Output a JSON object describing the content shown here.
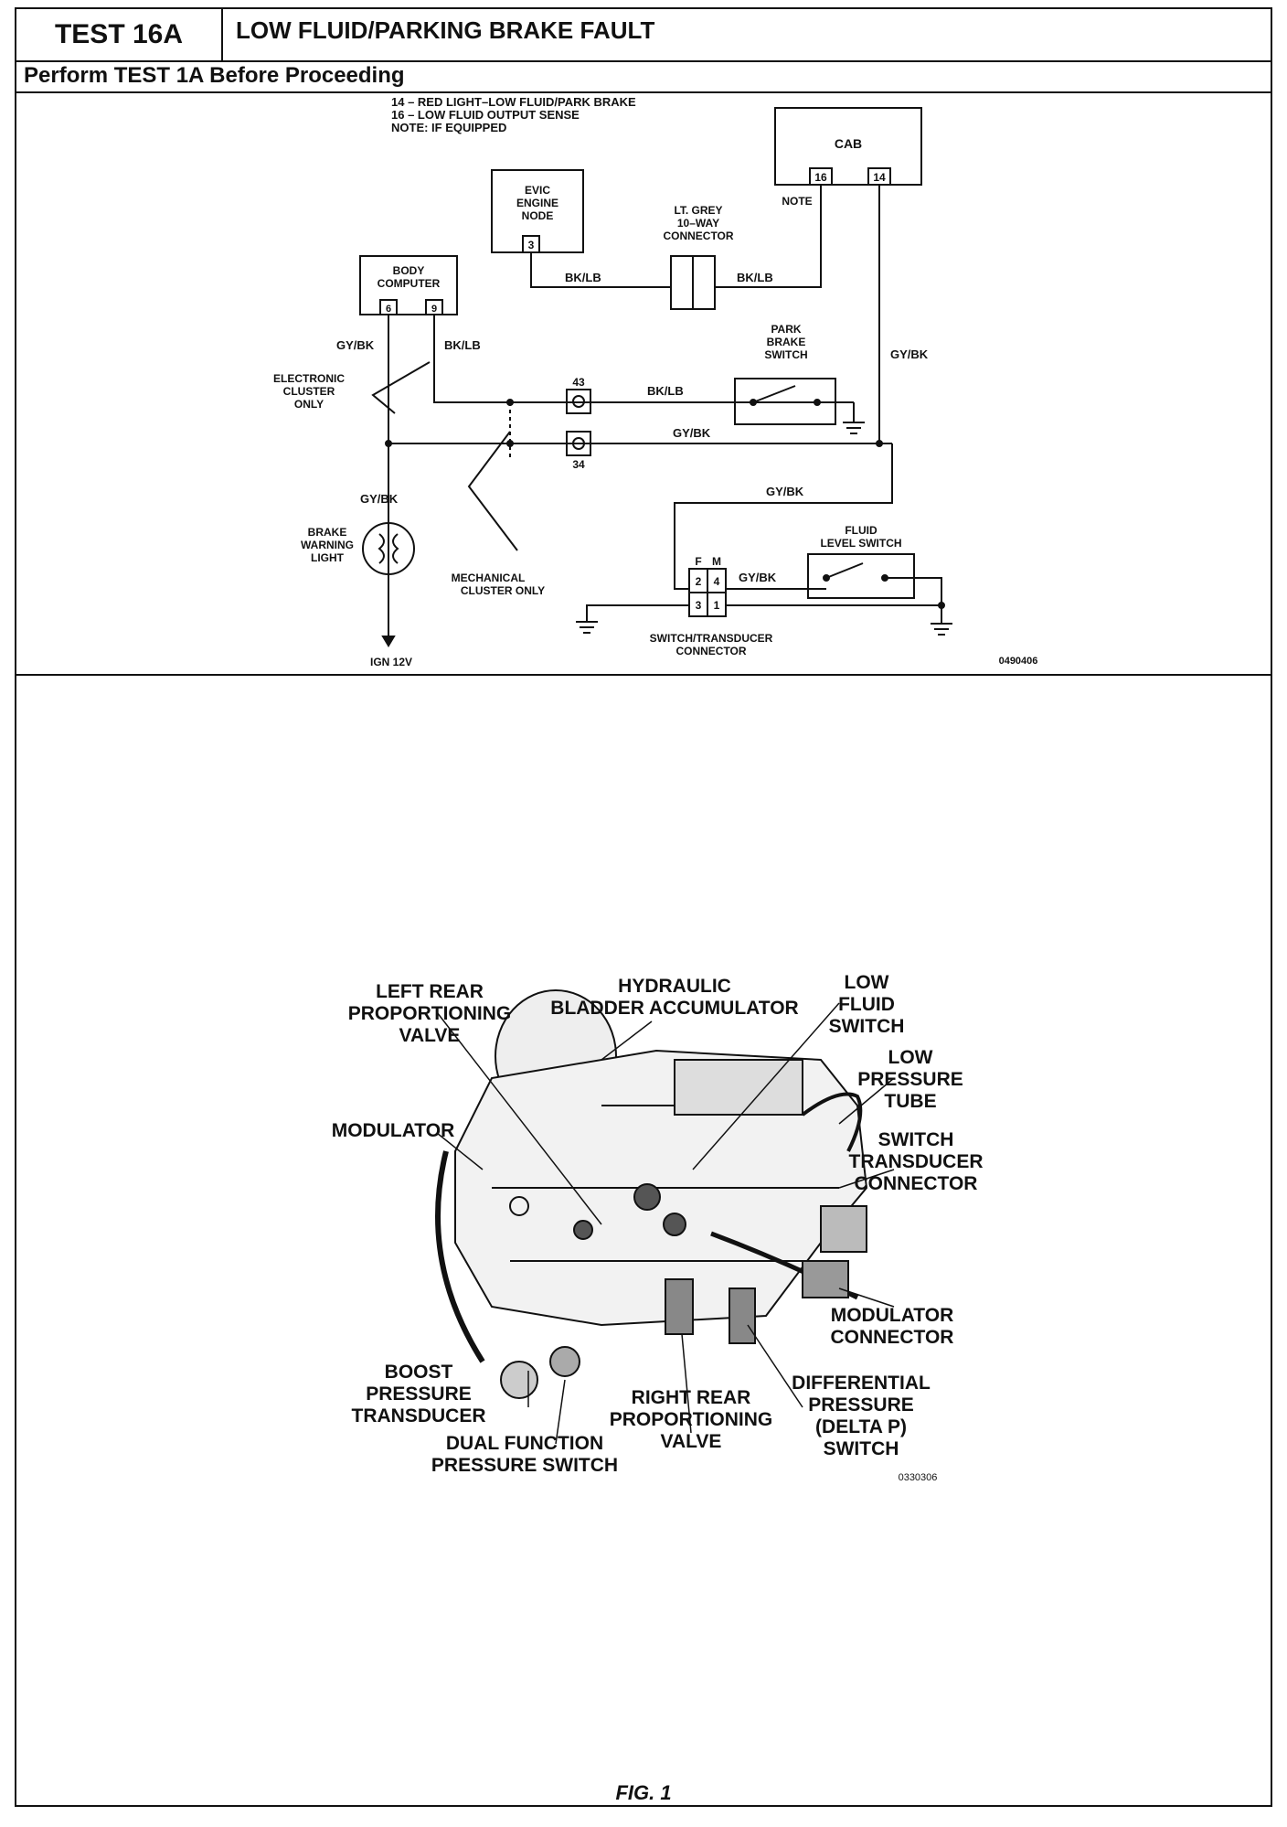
{
  "header": {
    "test_id": "TEST 16A",
    "title": "LOW FLUID/PARKING BRAKE FAULT",
    "prerequisite": "Perform TEST 1A Before Proceeding"
  },
  "schematic": {
    "notes": [
      "14 – RED LIGHT–LOW FLUID/PARK BRAKE",
      "16 – LOW FLUID OUTPUT SENSE",
      "NOTE: IF EQUIPPED"
    ],
    "cab": "CAB",
    "cab_pin_16": "16",
    "cab_pin_14": "14",
    "note_tag": "NOTE",
    "evic": [
      "EVIC",
      "ENGINE",
      "NODE"
    ],
    "evic_pin": "3",
    "connector_10way": [
      "LT. GREY",
      "10–WAY",
      "CONNECTOR"
    ],
    "body_computer": [
      "BODY",
      "COMPUTER"
    ],
    "bc_pin_6": "6",
    "bc_pin_9": "9",
    "wire_bk_lb": "BK/LB",
    "wire_gy_bk": "GY/BK",
    "park_brake_switch": [
      "PARK",
      "BRAKE",
      "SWITCH"
    ],
    "electronic_cluster": [
      "ELECTRONIC",
      "CLUSTER",
      "ONLY"
    ],
    "conn_43": "43",
    "conn_34": "34",
    "brake_warning": [
      "BRAKE",
      "WARNING",
      "LIGHT"
    ],
    "mechanical_cluster": [
      "MECHANICAL",
      "CLUSTER ONLY"
    ],
    "fluid_level_switch": [
      "FLUID",
      "LEVEL SWITCH"
    ],
    "conn_f": "F",
    "conn_m": "M",
    "pin_2": "2",
    "pin_4": "4",
    "pin_3": "3",
    "pin_1": "1",
    "switch_transducer": [
      "SWITCH/TRANSDUCER",
      "CONNECTOR"
    ],
    "ign": "IGN 12V",
    "fig_code": "0490406"
  },
  "illustration": {
    "labels": {
      "left_rear_prop": [
        "LEFT REAR",
        "PROPORTIONING",
        "VALVE"
      ],
      "hydraulic_bladder": [
        "HYDRAULIC",
        "BLADDER ACCUMULATOR"
      ],
      "low_fluid_switch": [
        "LOW",
        "FLUID",
        "SWITCH"
      ],
      "low_pressure_tube": [
        "LOW",
        "PRESSURE",
        "TUBE"
      ],
      "modulator": [
        "MODULATOR"
      ],
      "switch_transducer_conn": [
        "SWITCH",
        "TRANSDUCER",
        "CONNECTOR"
      ],
      "modulator_connector": [
        "MODULATOR",
        "CONNECTOR"
      ],
      "boost_pressure": [
        "BOOST",
        "PRESSURE",
        "TRANSDUCER"
      ],
      "dual_function": [
        "DUAL FUNCTION",
        "PRESSURE SWITCH"
      ],
      "right_rear_prop": [
        "RIGHT REAR",
        "PROPORTIONING",
        "VALVE"
      ],
      "differential": [
        "DIFFERENTIAL",
        "PRESSURE",
        "(DELTA P)",
        "SWITCH"
      ]
    },
    "fig_code": "0330306"
  },
  "figure_caption": "FIG. 1"
}
